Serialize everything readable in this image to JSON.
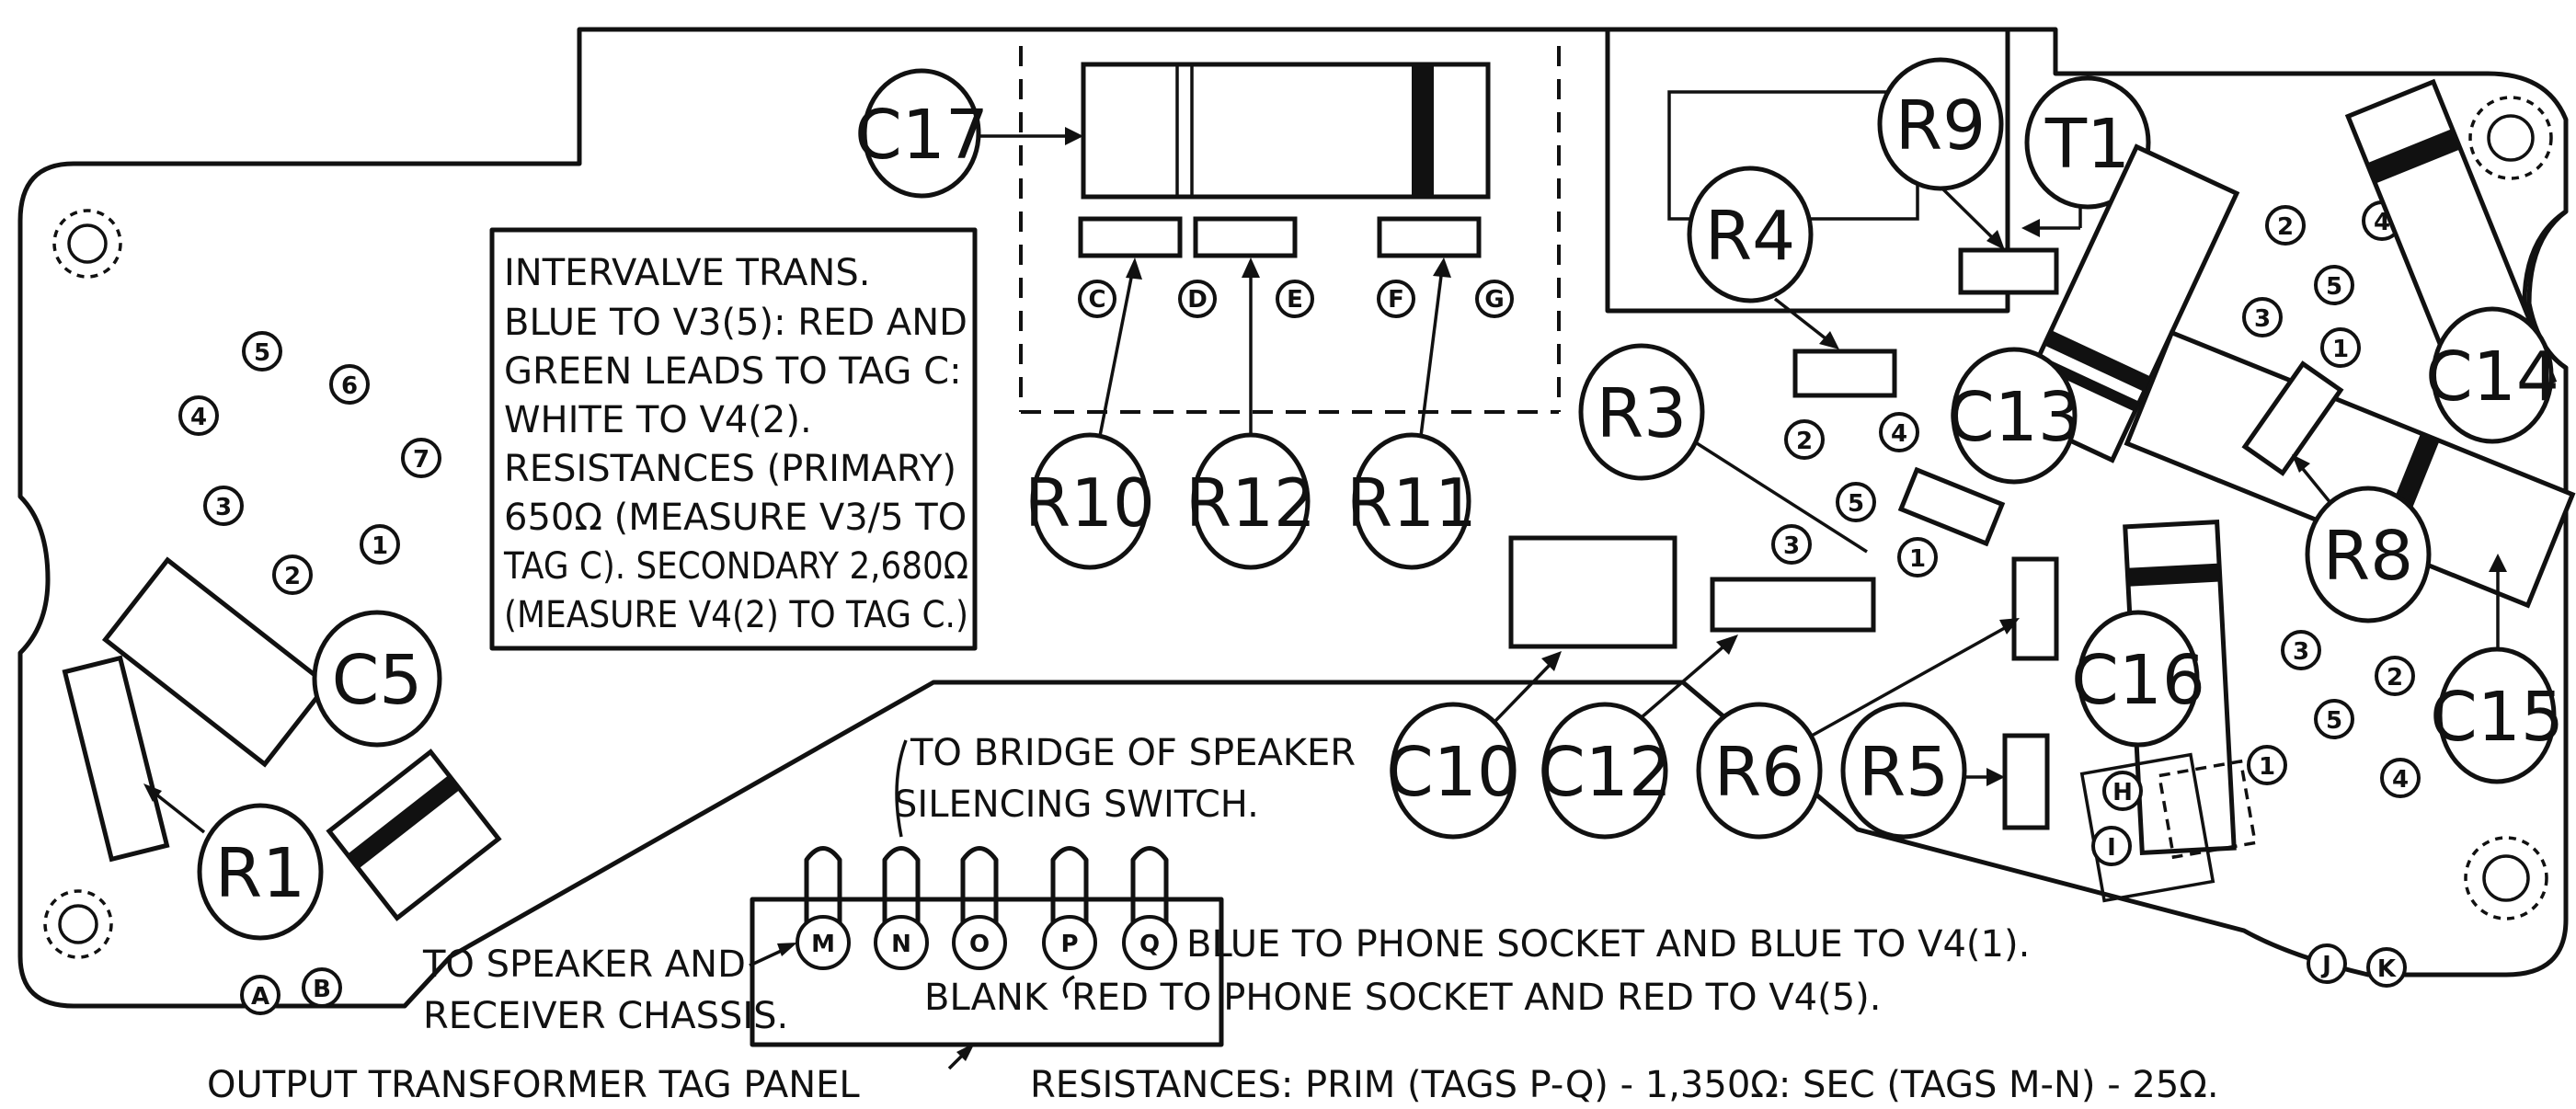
{
  "component_labels": {
    "C17": "C17",
    "R10": "R10",
    "R12": "R12",
    "R11": "R11",
    "R9": "R9",
    "T1": "T1",
    "R4": "R4",
    "R3": "R3",
    "C13": "C13",
    "C14": "C14",
    "R8": "R8",
    "C15": "C15",
    "C16": "C16",
    "R5": "R5",
    "R6": "R6",
    "C12": "C12",
    "C10": "C10",
    "C5": "C5",
    "R1": "R1"
  },
  "tag_letters": {
    "C": "C",
    "D": "D",
    "E": "E",
    "F": "F",
    "G": "G",
    "A": "A",
    "B": "B",
    "H": "H",
    "I": "I",
    "J": "J",
    "K": "K"
  },
  "panel_tags": [
    "M",
    "N",
    "O",
    "P",
    "Q"
  ],
  "valve_pins": {
    "left": [
      "5",
      "6",
      "4",
      "7",
      "3",
      "1",
      "2"
    ],
    "v_mid": [
      "2",
      "4",
      "5",
      "3",
      "1"
    ],
    "v_right_top": [
      "2",
      "4",
      "5",
      "3",
      "1"
    ],
    "v_right_bottom": [
      "3",
      "2",
      "5",
      "1",
      "4"
    ]
  },
  "intervalve_note": [
    "INTERVALVE TRANS.",
    "BLUE TO V3(5): RED AND",
    "GREEN LEADS TO TAG C:",
    "WHITE TO V4(2).",
    "RESISTANCES (PRIMARY)",
    "650Ω (MEASURE V3/5 TO",
    "TAG C). SECONDARY 2,680Ω",
    "(MEASURE V4(2) TO TAG C.)"
  ],
  "annotations": {
    "bridge": [
      "TO BRIDGE OF SPEAKER",
      "SILENCING SWITCH."
    ],
    "speaker": [
      "TO SPEAKER AND",
      "RECEIVER CHASSIS."
    ],
    "blue": "BLUE TO PHONE SOCKET AND BLUE TO V4(1).",
    "blank": "BLANK",
    "red": "RED TO PHONE SOCKET AND RED TO V4(5).",
    "panel": "OUTPUT TRANSFORMER TAG PANEL",
    "resistances": "RESISTANCES: PRIM (TAGS P-Q) - 1,350Ω: SEC (TAGS M-N) - 25Ω."
  }
}
